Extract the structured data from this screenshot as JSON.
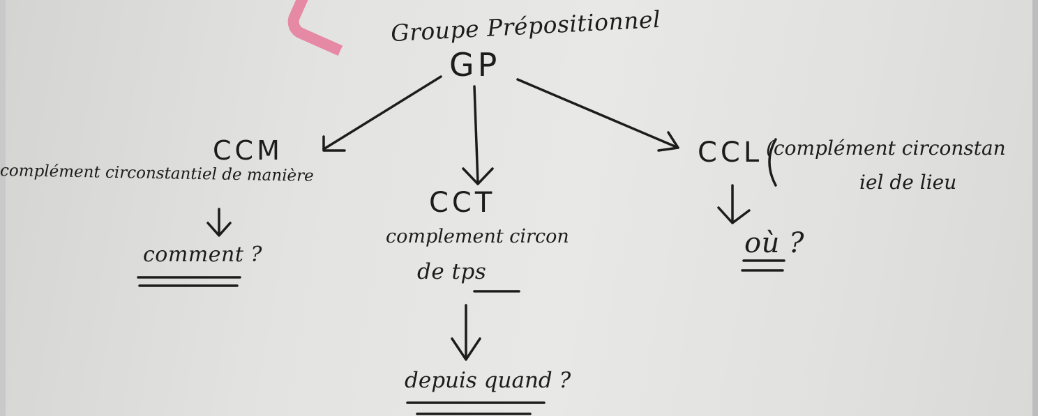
{
  "diagram": {
    "title": "Groupe Prépositionnel",
    "root": "GP",
    "branches": [
      {
        "code": "CCM",
        "description": "complément circonstantiel de manière",
        "question": "comment ?"
      },
      {
        "code": "CCT",
        "description_line1": "complement circon",
        "description_line2": "de tps",
        "question": "depuis quand ?"
      },
      {
        "code": "CCL",
        "description_line1": "(complément circonstan",
        "description_line2": "iel de lieu",
        "question": "où ?"
      }
    ]
  },
  "colors": {
    "ink": "#1c1c1c",
    "paper": "#e3e3e1",
    "watermark": "#e77a9a"
  }
}
